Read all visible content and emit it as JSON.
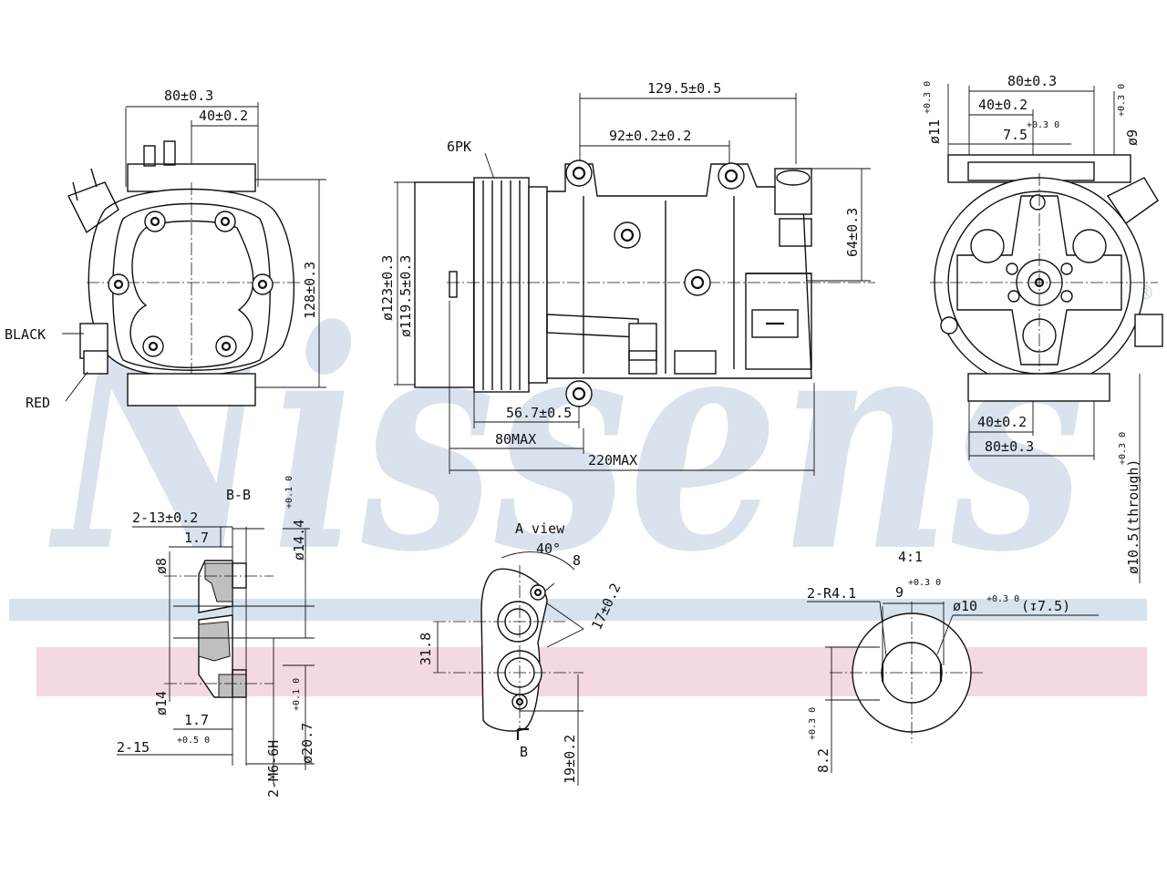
{
  "brand": {
    "watermark": "Nissens",
    "registered": "®",
    "watermark_color": "#c9d7e6",
    "band_blue": "#cfdde9",
    "band_pink": "#f2d0d8"
  },
  "front_view": {
    "dim_width": "80±0.3",
    "dim_half": "40±0.2",
    "dim_height": "128±0.3",
    "label_black": "BLACK",
    "label_red": "RED"
  },
  "side_view": {
    "belt": "6PK",
    "dim_bolt_1295": "129.5±0.5",
    "dim_bolt_92": "92±0.2±0.2",
    "dim_64": "64±0.3",
    "dim_d123": "ø123±0.3",
    "dim_d1195": "ø119.5±0.3",
    "dim_567": "56.7±0.5",
    "dim_80max": "80MAX",
    "dim_220max": "220MAX"
  },
  "rear_view": {
    "dim_top_80": "80±0.3",
    "dim_top_40": "40±0.2",
    "dim_75": "7.5",
    "dim_75_tol": "+0.3 0",
    "dim_d11": "ø11",
    "dim_d11_tol": "+0.3 0",
    "dim_d9": "ø9",
    "dim_d9_tol": "+0.3 0",
    "dim_bot_40": "40±0.2",
    "dim_bot_80": "80±0.3",
    "dim_d105": "ø10.5(through)",
    "dim_d105_tol": "+0.3 0"
  },
  "section_bb": {
    "title": "B-B",
    "dim_2x13": "2-13±0.2",
    "dim_17a": "1.7",
    "dim_d8": "ø8",
    "dim_d144": "ø14.4",
    "dim_d144_tol": "+0.1 0",
    "dim_d14": "ø14",
    "dim_17b": "1.7",
    "dim_2x15": "2-15",
    "dim_2x15_tol": "+0.5 0",
    "dim_thread": "2-M6-6H",
    "dim_d207": "ø20.7",
    "dim_d207_tol": "+0.1 0"
  },
  "view_a": {
    "title": "A view",
    "angle": "40°",
    "dim_8": "8",
    "dim_17": "17±0.2",
    "dim_318": "31.8",
    "section_mark": "B",
    "dim_19": "19±0.2"
  },
  "detail": {
    "scale": "4:1",
    "dim_r41": "2-R4.1",
    "dim_9": "9",
    "dim_9_tol": "+0.3 0",
    "dim_d10": "ø10",
    "dim_d10_tol": "+0.3 0",
    "dim_depth": "(↧7.5)",
    "dim_82": "8.2",
    "dim_82_tol": "+0.3 0"
  }
}
